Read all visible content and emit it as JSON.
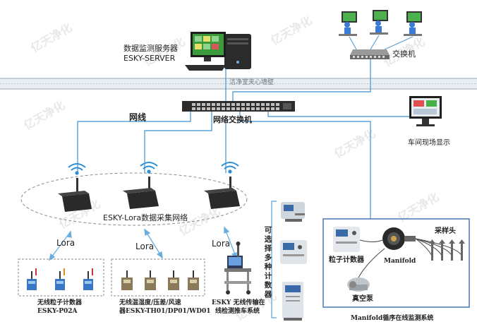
{
  "labels": {
    "server_title": "数据监测服务器",
    "server_name": "ESKY-SERVER",
    "switch_top": "交换机",
    "backbone": "洁净室夹心墙壁",
    "network_line": "网线",
    "network_switch": "网络交换机",
    "workshop_display": "车间现场显示",
    "lora_network": "ESKY-Lora数据采集网络",
    "lora_1": "Lora",
    "lora_2": "Lora",
    "lora_3": "Lora",
    "optional_instruments": "可选择多种计数器",
    "particle_counter_group_line1": "无线粒子计数器",
    "particle_counter_group_line2": "ESKY-P02A",
    "env_group_line1": "无线温湿度/压差/风速",
    "env_group_line2": "器ESKY-TH01/DP01/WD01",
    "cart_line1": "ESKY 无线传输在",
    "cart_line2": "线检测推车系统",
    "particle_counter": "粒子计数器",
    "manifold": "Manifold",
    "vacuum_pump": "真空泵",
    "sampling_head": "采样头",
    "manifold_system": "Manifold循序在线监测系统"
  },
  "watermark": "亿天净化",
  "colors": {
    "line_blue": "#5aa0d6",
    "wall_gray": "#cfd6dc",
    "lora_arrow": "#6aaee0",
    "wifi": "#2a8fd8"
  },
  "icons": [
    "server-icon",
    "monitor-icon",
    "workstation-icon",
    "switch-icon",
    "router-icon",
    "wifi-icon",
    "sensor-icon",
    "display-icon",
    "cart-icon",
    "counter-icon",
    "pump-icon",
    "manifold-icon",
    "probe-icon"
  ]
}
